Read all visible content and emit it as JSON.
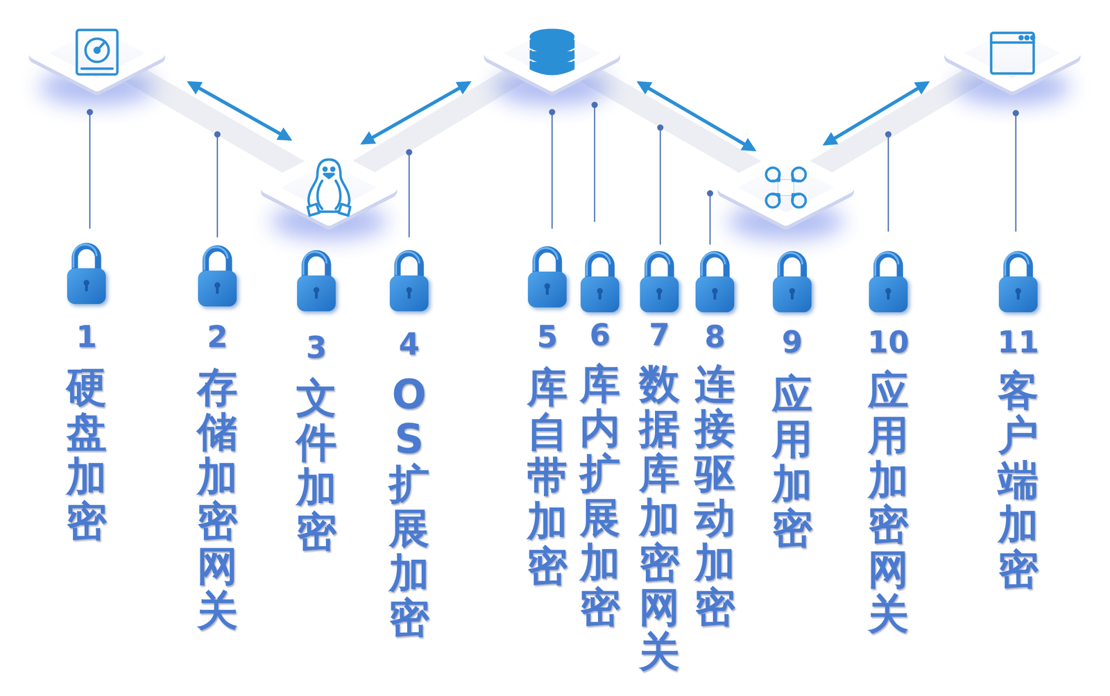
{
  "diagram": {
    "labels": [
      "1",
      "硬盘加密",
      "2",
      "存储加密网关",
      "3",
      "文件加密",
      "4",
      "OS扩展加密",
      "5",
      "库自带加密",
      "6",
      "库内扩展加密",
      "7",
      "数据库加密网关",
      "8",
      "连接驱动加密",
      "9",
      "应用加密",
      "10",
      "应用加密网关",
      "11",
      "客户端加密"
    ]
  }
}
